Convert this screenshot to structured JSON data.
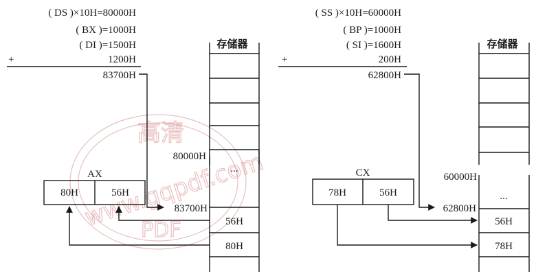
{
  "left": {
    "calc": {
      "line1": "( DS )×10H=80000H",
      "line2": "( BX )=1000H",
      "line3": "( DI )=1500H",
      "plus": "+",
      "line4": "1200H",
      "result": "83700H"
    },
    "memory": {
      "title": "存储器",
      "start_addr": "80000H",
      "ellipsis": "...",
      "target_addr": "83700H",
      "cell1": "56H",
      "cell2": "80H"
    },
    "register": {
      "name": "AX",
      "high": "80H",
      "low": "56H"
    }
  },
  "right": {
    "calc": {
      "line1": "( SS )×10H=60000H",
      "line2": "( BP )=1000H",
      "line3": "( SI )=1600H",
      "plus": "+",
      "line4": "200H",
      "result": "62800H"
    },
    "memory": {
      "title": "存储器",
      "start_addr": "60000H",
      "ellipsis": "...",
      "target_addr": "62800H",
      "cell1": "56H",
      "cell2": "78H"
    },
    "register": {
      "name": "CX",
      "high": "78H",
      "low": "56H"
    }
  },
  "watermark": {
    "line1": "高清",
    "line2": "www.gqpdf.com",
    "line3": "PDF"
  }
}
